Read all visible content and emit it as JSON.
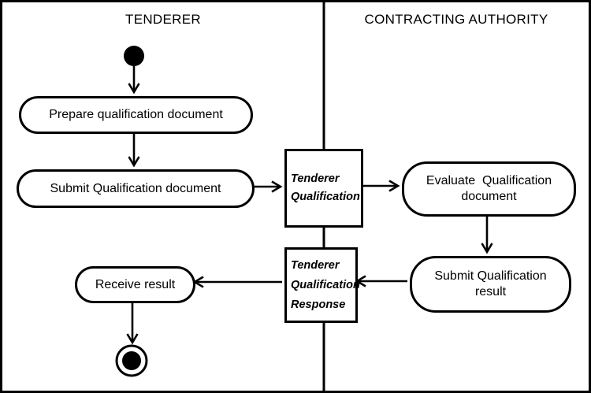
{
  "colors": {
    "ink": "#000000",
    "paper": "#ffffff"
  },
  "lanes": {
    "tenderer": "TENDERER",
    "contracting_authority": "CONTRACTING AUTHORITY"
  },
  "nodes": {
    "start": "initial-node-filled-circle",
    "end": "final-node-bullseye"
  },
  "activities": {
    "prepare": {
      "label": "Prepare qualification document"
    },
    "submit_document": {
      "label": "Submit Qualification document"
    },
    "evaluate": {
      "line1": "Evaluate  Qualification",
      "line2": "document"
    },
    "submit_result": {
      "line1": "Submit Qualification",
      "line2": "result"
    },
    "receive": {
      "label": "Receive result"
    }
  },
  "objects": {
    "tenderer_qualification": {
      "line1": "Tenderer",
      "line2": "Qualification"
    },
    "tenderer_qualification_response": {
      "line1": "Tenderer",
      "line2": "Qualification",
      "line3": "Response"
    }
  }
}
